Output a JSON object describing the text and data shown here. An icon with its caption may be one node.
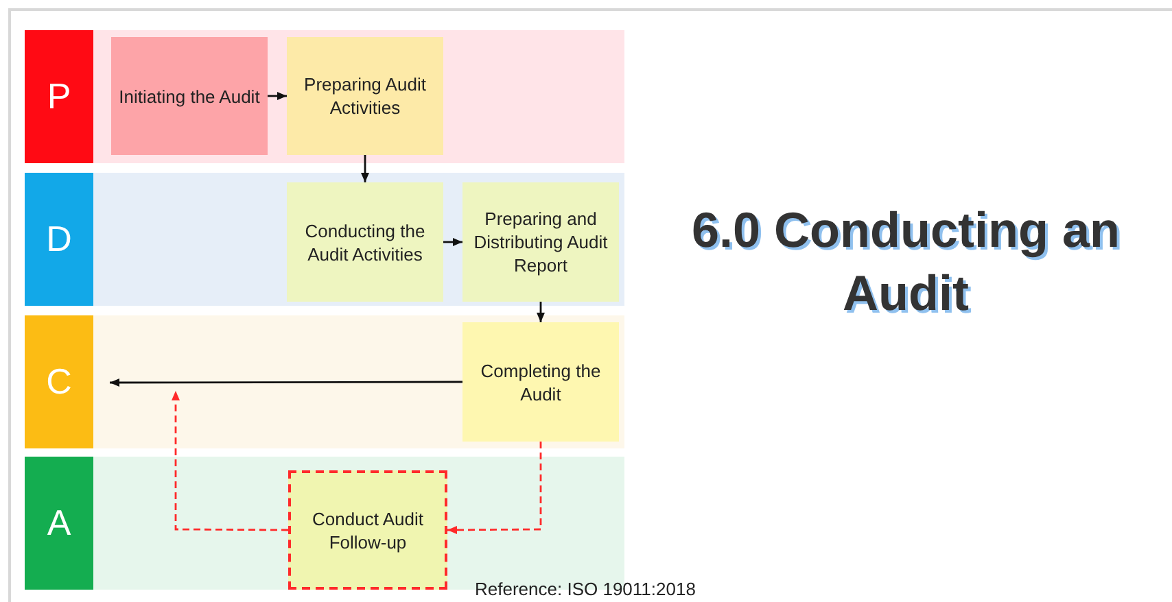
{
  "diagram": {
    "title": "6.0 Conducting an Audit",
    "nodes": [
      {
        "text": [
          "P"
        ]
      },
      {
        "text": [
          "Initiating the Audit"
        ],
        "in": 0
      },
      {
        "text": [
          "Preparing Audit Activities"
        ],
        "in": 0
      },
      {
        "text": [
          "D"
        ]
      },
      {
        "text": [
          "Conducting the Audit Activities"
        ],
        "in": 3
      },
      {
        "text": [
          "Preparing and Distributing Audit Report"
        ],
        "in": 3
      },
      {
        "text": [
          "C"
        ]
      },
      {
        "text": [
          "Completing the Audit"
        ],
        "in": 6
      },
      {
        "text": [
          "A"
        ]
      },
      {
        "text": [
          "Conduct Audit Follow-up"
        ],
        "in": 8
      }
    ],
    "edges": [
      {
        "from": 1,
        "to": 2,
        "arrow": "to"
      },
      {
        "from": 2,
        "to": 4,
        "arrow": "to"
      },
      {
        "from": 4,
        "to": 5,
        "arrow": "to"
      },
      {
        "from": 5,
        "to": 7,
        "arrow": "to"
      },
      {
        "from": 7,
        "to": null,
        "arrow": "to"
      },
      {
        "from": 7,
        "to": 9,
        "arrow": "to",
        "style": "dashed",
        "color": "#ff2a2a"
      },
      {
        "from": 9,
        "to": null,
        "arrow": "to",
        "style": "dashed",
        "color": "#ff2a2a"
      }
    ],
    "labels": [
      "Reference: ISO 19011:2018"
    ]
  }
}
